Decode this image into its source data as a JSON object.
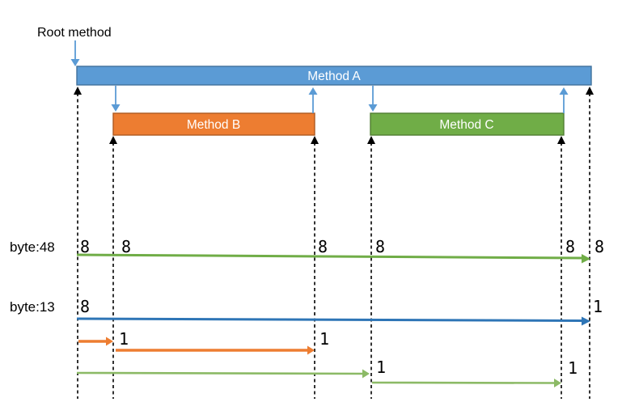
{
  "annotation": {
    "root_label": "Root method"
  },
  "bars": {
    "a": {
      "label": "Method A"
    },
    "b": {
      "label": "Method B"
    },
    "c": {
      "label": "Method C"
    }
  },
  "rows": {
    "byte48": {
      "label": "byte:48",
      "values": [
        "8",
        "8",
        "8",
        "8",
        "8",
        "8"
      ]
    },
    "byte13": {
      "label": "byte:13",
      "values": [
        "8",
        "1"
      ]
    },
    "alloc_b": {
      "values": [
        "1",
        "1"
      ]
    },
    "alloc_c": {
      "values": [
        "1",
        "1"
      ]
    }
  },
  "colors": {
    "bar_blue": "#5B9BD5",
    "bar_blue_border": "#41719C",
    "bar_orange": "#ED7D31",
    "bar_orange_border": "#AE5A21",
    "bar_green": "#70AD47",
    "bar_green_border": "#507E32",
    "connector_blue": "#5B9BD5",
    "arrow_blue": "#2E75B6",
    "arrow_green": "#70AD47",
    "arrow_green_light": "#8CBA66",
    "arrow_orange": "#ED7D31",
    "dashed_black": "#000000"
  }
}
